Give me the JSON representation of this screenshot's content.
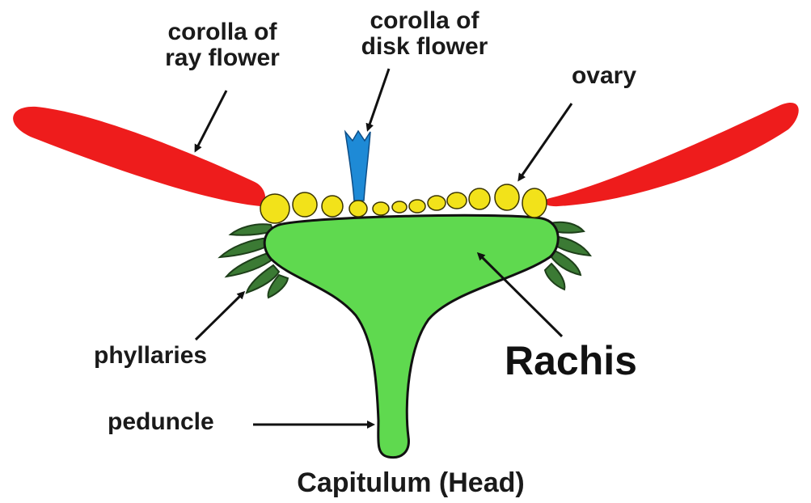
{
  "labels": {
    "ray_corolla": [
      "corolla of",
      "ray flower"
    ],
    "disk_corolla": [
      "corolla of",
      "disk flower"
    ],
    "ovary": "ovary",
    "phyllaries": "phyllaries",
    "peduncle": "peduncle",
    "rachis": "Rachis",
    "title": "Capitulum (Head)"
  },
  "colors": {
    "ray_petal": "#ee1c1c",
    "disk_corolla": "#1e8ad6",
    "ovary": "#f2e21a",
    "receptacle": "#5fd94f",
    "phyllary": "#3b7a34",
    "outline": "#111111"
  }
}
